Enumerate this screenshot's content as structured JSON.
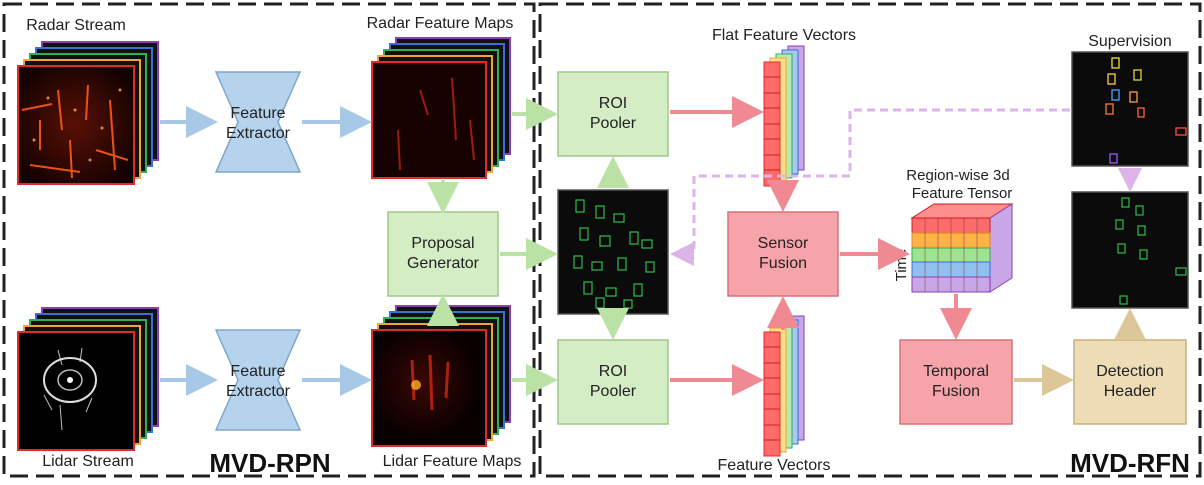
{
  "regions": {
    "rpn_label": "MVD-RPN",
    "rfn_label": "MVD-RFN"
  },
  "labels": {
    "radar_stream": "Radar Stream",
    "lidar_stream": "Lidar Stream",
    "radar_feature_maps": "Radar Feature Maps",
    "lidar_feature_maps": "Lidar Feature Maps",
    "flat_feature_vectors": "Flat Feature Vectors",
    "feature_vectors": "Feature Vectors",
    "supervision": "Supervision",
    "tensor_line1": "Region-wise 3d",
    "tensor_line2": "Feature Tensor",
    "time_axis": "Time"
  },
  "blocks": {
    "feature_extractor_top": [
      "Feature",
      "Extractor"
    ],
    "feature_extractor_bottom": [
      "Feature",
      "Extractor"
    ],
    "proposal_generator": [
      "Proposal",
      "Generator"
    ],
    "roi_pooler_top": [
      "ROI",
      "Pooler"
    ],
    "roi_pooler_bottom": [
      "ROI",
      "Pooler"
    ],
    "sensor_fusion": [
      "Sensor",
      "Fusion"
    ],
    "temporal_fusion": [
      "Temporal",
      "Fusion"
    ],
    "detection_header": [
      "Detection",
      "Header"
    ]
  },
  "colors": {
    "blue_block": "#b5d3ec",
    "green_block": "#d4edc4",
    "red_block": "#f6a3a9",
    "tan_block": "#eddcb6",
    "blue_arrow": "#a7c8e6",
    "green_arrow": "#b9e2a4",
    "red_arrow": "#ef8a93",
    "tan_arrow": "#dcc799",
    "purple_arrow": "#dcb4ea",
    "stack_layers": [
      "#8a3fb5",
      "#3a6fd6",
      "#2fae57",
      "#f0a33a",
      "#e02b2b"
    ]
  }
}
